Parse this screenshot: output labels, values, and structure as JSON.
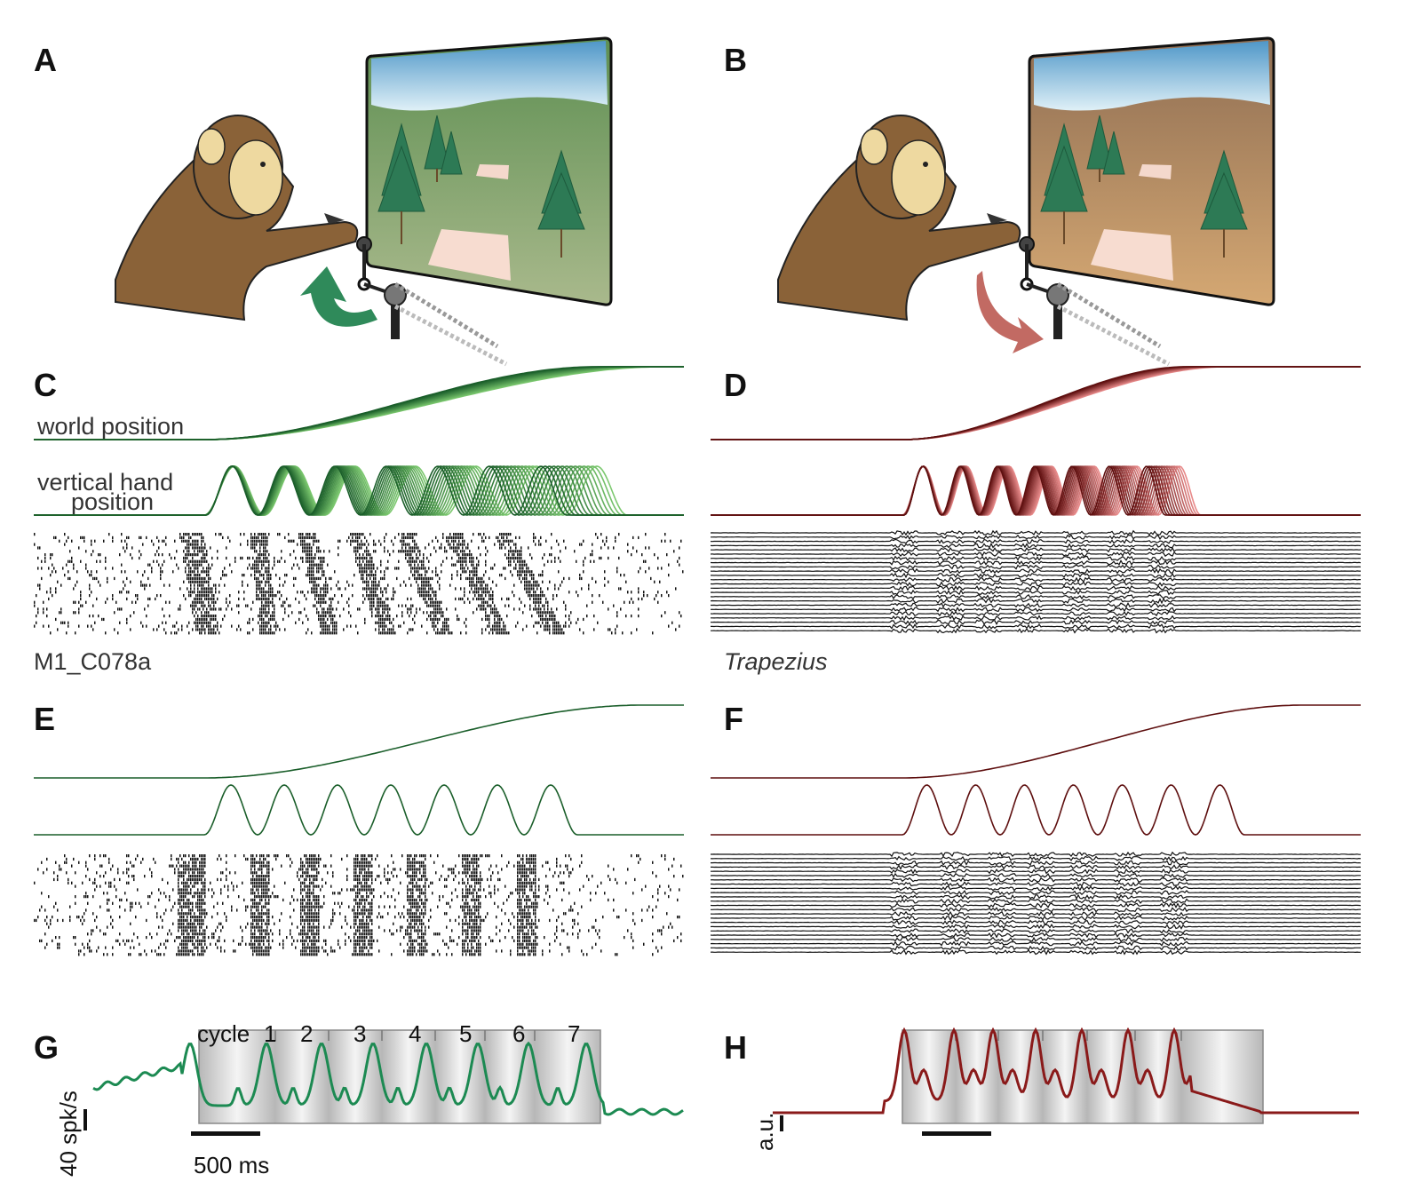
{
  "panel_labels": [
    "A",
    "B",
    "C",
    "D",
    "E",
    "F",
    "G",
    "H"
  ],
  "labels": {
    "world_position": "world position",
    "vertical_hand_line1": "vertical hand",
    "vertical_hand_line2": "position",
    "neuron_id": "M1_C078a",
    "muscle_name": "Trapezius",
    "rate_scale": "40 spk/s",
    "time_scale": "500 ms",
    "emg_scale": "a.u.",
    "cycle_word": "cycle"
  },
  "cycle_numbers": [
    "1",
    "2",
    "3",
    "4",
    "5",
    "6",
    "7"
  ],
  "colors": {
    "green_dark": "#1a5e2a",
    "green_mid": "#2f9a44",
    "green_light": "#7cc86f",
    "red_dark": "#5e0f0f",
    "red_mid": "#a83232",
    "red_light": "#e88a8a",
    "monkey_fur": "#8a6238",
    "monkey_face": "#eed9a0",
    "sky": "#4f97c8",
    "ground_green": "#6a9a5c",
    "ground_brown": "#a98058",
    "tree": "#2d7a55"
  },
  "icons": [
    "monkey-illustration",
    "display-screen-icon",
    "hand-pedal-icon",
    "forward-arrow-icon",
    "backward-arrow-icon",
    "chain-gear-icon"
  ]
}
